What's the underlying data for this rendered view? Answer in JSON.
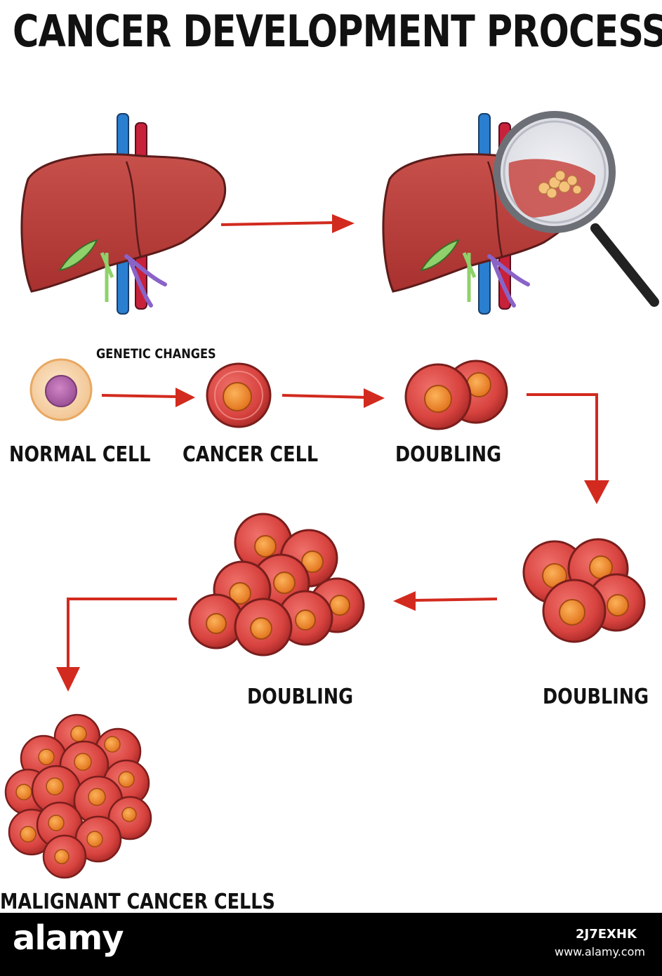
{
  "title": "CANCER DEVELOPMENT PROCESS",
  "labels": {
    "genetic_changes": "GENETIC CHANGES",
    "normal_cell": "NORMAL CELL",
    "cancer_cell": "CANCER CELL",
    "doubling_1": "DOUBLING",
    "doubling_2": "DOUBLING",
    "doubling_3": "DOUBLING",
    "malignant": "MALIGNANT CANCER CELLS"
  },
  "watermark": {
    "brand": "alamy",
    "image_id": "2J7EXHK",
    "url": "www.alamy.com"
  },
  "colors": {
    "arrow": "#d22a1e",
    "liver": "#b83a36",
    "cell_red": "#d8433f",
    "nucleus": "#f08a2a",
    "normal_cell_body": "#f7d9b6",
    "normal_nucleus": "#b05aa6",
    "vein_blue": "#2a7fd0",
    "artery_red": "#c8213a",
    "bile_green": "#8fd16a",
    "vessel_purple": "#8a63c7"
  }
}
